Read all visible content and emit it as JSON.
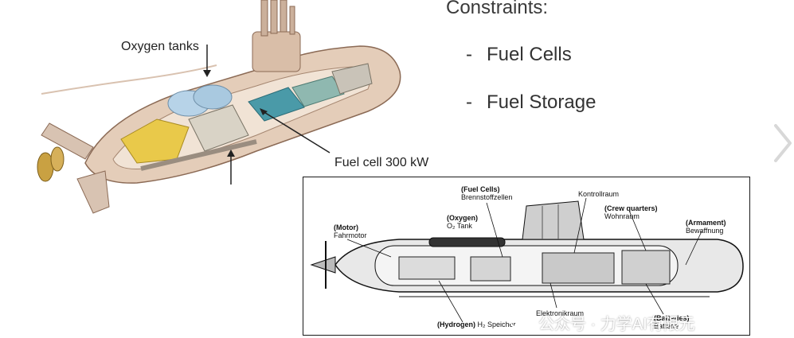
{
  "slide": {
    "title": "Constraints:",
    "bullets": [
      {
        "dash": "-",
        "text": "Fuel Cells"
      },
      {
        "dash": "-",
        "text": "Fuel Storage"
      }
    ]
  },
  "illustration": {
    "callouts": {
      "oxygen_tanks": "Oxygen tanks",
      "fuel_cell": "Fuel cell 300 kW"
    }
  },
  "technical_drawing": {
    "labels": {
      "fuel_cells_en": "(Fuel Cells)",
      "fuel_cells_de": "Brennstoffzellen",
      "control_room": "Kontrollraum",
      "oxygen_en": "(Oxygen)",
      "oxygen_de": "O₂ Tank",
      "crew_en": "(Crew quarters)",
      "crew_de": "Wohnraum",
      "motor_en": "(Motor)",
      "motor_de": "Fahrmotor",
      "armament_en": "(Armament)",
      "armament_de": "Bewaffnung",
      "hydrogen_en": "(Hydrogen)",
      "hydrogen_de": "H₂ Speicher",
      "electronics": "Elektronikraum",
      "batteries_en": "(Batteries)",
      "batteries_de": "Batterie"
    }
  },
  "watermark": {
    "text": "公众号 · 力学AI有限元"
  },
  "colors": {
    "hull": "#d6b8a0",
    "fuel_cell": "#4a9aa8",
    "oxygen_tank": "#a9c9e0",
    "engine": "#e9c94a"
  }
}
